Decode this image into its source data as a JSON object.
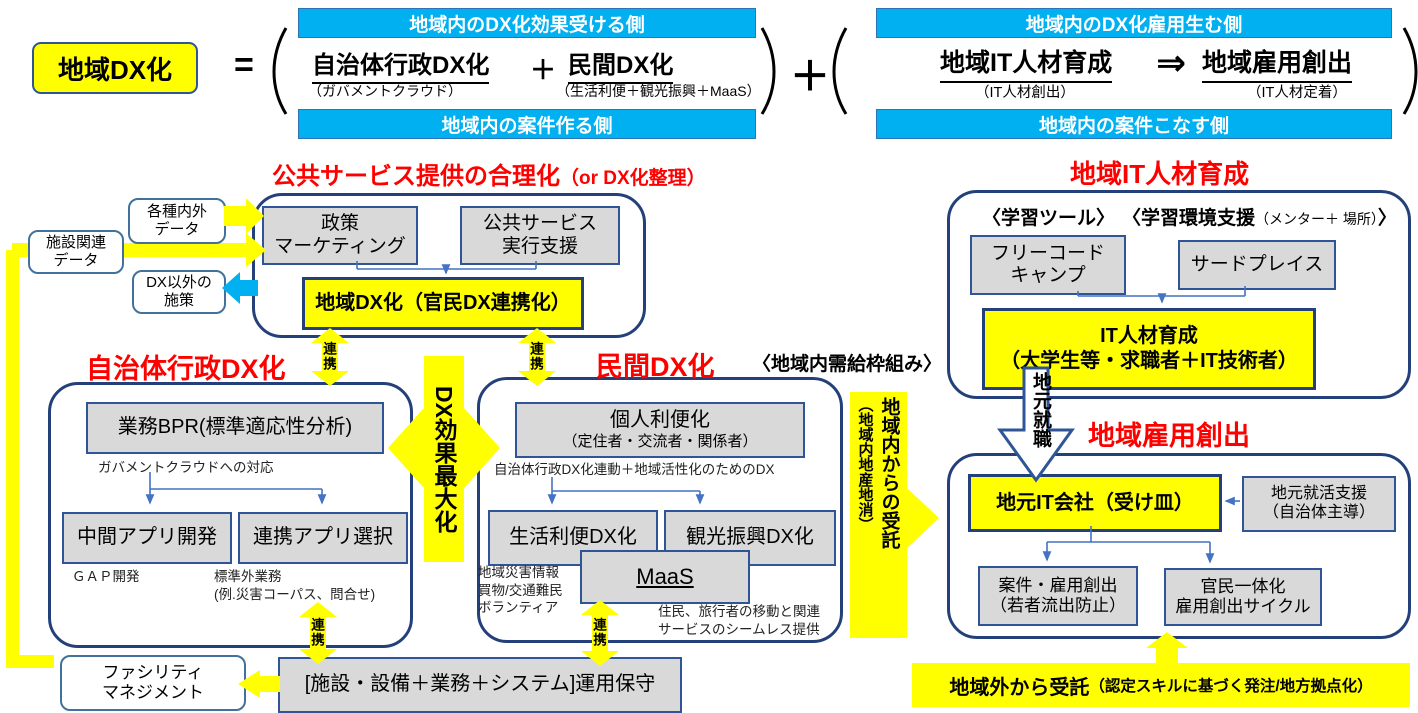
{
  "formula": {
    "result_label": "地域DX化",
    "equals": "=",
    "plus_small": "＋",
    "plus_big": "＋",
    "group1": {
      "banner_top": "地域内のDX化効果受ける側",
      "banner_bottom": "地域内の案件作る側",
      "term1": "自治体行政DX化",
      "term1_caption": "（ガバメントクラウド）",
      "term2": "民間DX化",
      "term2_caption": "（生活利便＋観光振興＋MaaS）"
    },
    "group2": {
      "banner_top": "地域内のDX化雇用生む側",
      "banner_bottom": "地域内の案件こなす側",
      "term1": "地域IT人材育成",
      "term1_caption": "（IT人材創出）",
      "implies": "⇒",
      "term2": "地域雇用創出",
      "term2_caption": "（IT人材定着）"
    }
  },
  "left_labels": {
    "various_data": "各種内外\nデータ",
    "facility_data": "施設関連\nデータ",
    "non_dx": "DX以外の\n施策",
    "facility_mgmt": "ファシリティ\nマネジメント"
  },
  "public_service": {
    "title_main": "公共サービス提供の合理化",
    "title_sub": "（or DX化整理）",
    "policy_box": "政策\nマーケティング",
    "exec_box": "公共サービス\n実行支援",
    "dx_box": "地域DX化（官民DX連携化）"
  },
  "renkei": "連\n携",
  "gov_dx": {
    "title": "自治体行政DX化",
    "bpr_box": "業務BPR(標準適応性分析)",
    "cloud_note": "ガバメントクラウドへの対応",
    "mid_app_box": "中間アプリ開発",
    "link_app_box": "連携アプリ選択",
    "gap_note": "ＧＡＰ開発",
    "nonstd_note": "標準外業務\n(例.災害コーパス、問合せ)"
  },
  "dx_effect": "DX効果最大化",
  "private_dx": {
    "title": "民間DX化",
    "frame_label": "〈地域内需給枠組み〉",
    "personal_title": "個人利便化",
    "personal_caption": "（定住者・交流者・関係者）",
    "link_note": "自治体行政DX化連動＋地域活性化のためのDX",
    "life_box": "生活利便DX化",
    "tourism_box": "観光振興DX化",
    "maas_box": "MaaS",
    "left_note": "地域災害情報\n買物/交通難民\nボランティア",
    "right_note": "住民、旅行者の移動と関連\nサービスのシームレス提供"
  },
  "maintenance_box": "[施設・設備＋業務＋システム]運用保守",
  "entrust_band": {
    "main": "地域内からの受託",
    "sub": "（地域内地産地消）"
  },
  "it_training": {
    "title": "地域IT人材育成",
    "tool_label": "〈学習ツール〉",
    "env_label_main": "〈学習環境支援",
    "env_label_small": "（メンター＋ 場所）",
    "env_label_close": "〉",
    "freecode_box": "フリーコード\nキャンプ",
    "thirdplace_box": "サードプレイス",
    "hr_box": "IT人材育成\n（大学生等・求職者＋IT技術者）"
  },
  "local_job": "地元就職",
  "employment": {
    "title": "地域雇用創出",
    "company_box": "地元IT会社（受け皿）",
    "support_box": "地元就活支援\n（自治体主導）",
    "case_box": "案件・雇用創出\n（若者流出防止）",
    "cycle_box": "官民一体化\n雇用創出サイクル"
  },
  "outside_banner": {
    "main": "地域外から受託",
    "sub": "（認定スキルに基づく発注/地方拠点化）"
  },
  "colors": {
    "cyan": "#00B0F0",
    "yellow": "#FFFF00",
    "red": "#FF0000",
    "navy": "#24407A",
    "gray_fill": "#D9D9D9",
    "blue_border": "#2F5597",
    "connector_blue": "#4472C4"
  }
}
